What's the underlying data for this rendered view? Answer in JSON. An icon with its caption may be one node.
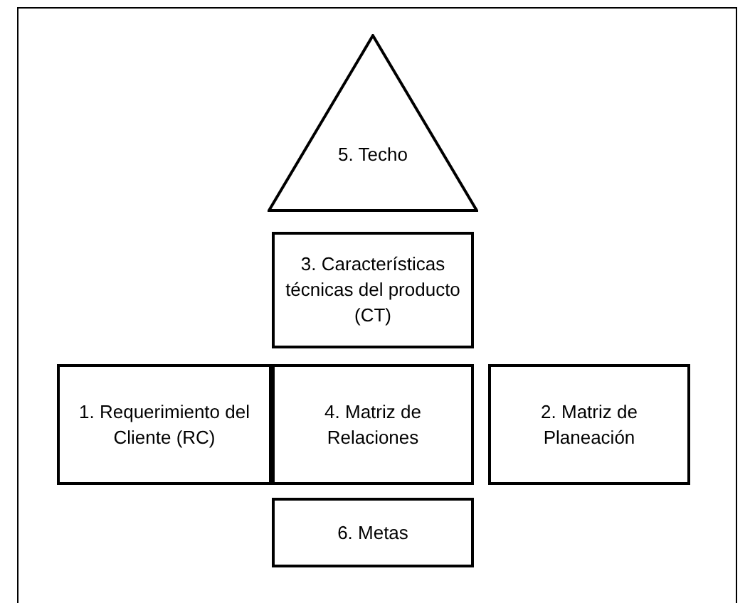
{
  "diagram": {
    "nodes": [
      {
        "text": [
          "5. Techo"
        ]
      },
      {
        "text": [
          "3. Características técnicas del producto (CT)"
        ]
      },
      {
        "text": [
          "1. Requerimiento del Cliente (RC)"
        ]
      },
      {
        "text": [
          "4. Matriz de Relaciones"
        ]
      },
      {
        "text": [
          "2. Matriz de Planeación"
        ]
      },
      {
        "text": [
          "6. Metas"
        ]
      }
    ],
    "edges": []
  }
}
